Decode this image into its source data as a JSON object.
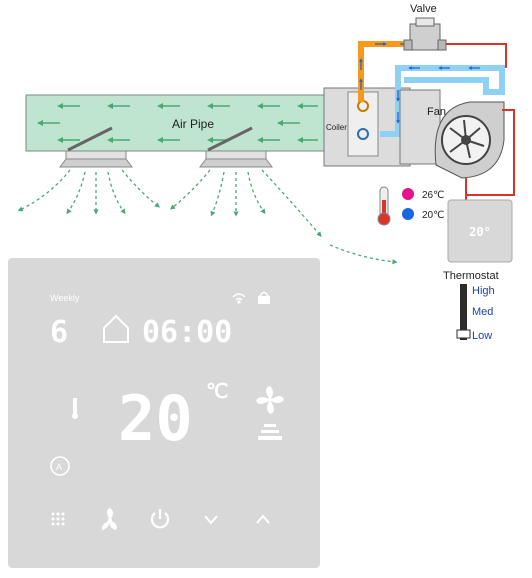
{
  "labels": {
    "valve": "Valve",
    "fan": "Fan",
    "air_pipe": "Air Pipe",
    "coiler": "Coiler",
    "thermostat": "Thermostat"
  },
  "temperature_legend": {
    "hot": {
      "text": "26℃",
      "color": "#e6128c"
    },
    "cold": {
      "text": "20℃",
      "color": "#1a66e0"
    }
  },
  "speed_scale": {
    "high": "High",
    "med": "Med",
    "low": "Low",
    "color": "#1f3fb0"
  },
  "thermostat_panel": {
    "mode": "Weekly",
    "day": "6",
    "time": "06:00",
    "temperature": "20",
    "unit": "℃",
    "icons": [
      "home-icon",
      "wifi-icon",
      "lock-icon",
      "thermometer-icon",
      "fan-icon",
      "fan-level-icon",
      "auto-mode-icon",
      "menu-icon",
      "fan-button-icon",
      "power-icon",
      "chevron-down-icon",
      "chevron-up-icon"
    ]
  },
  "colors": {
    "hot_pipe": "#f59a1a",
    "cold_pipe": "#8fd0f5",
    "arrow_blue": "#1a5fd0",
    "air_duct": "#bfe4cf",
    "air_arrow": "#4aa872",
    "wire": "#d9342b",
    "panel_bg": "#d8d8d8"
  }
}
